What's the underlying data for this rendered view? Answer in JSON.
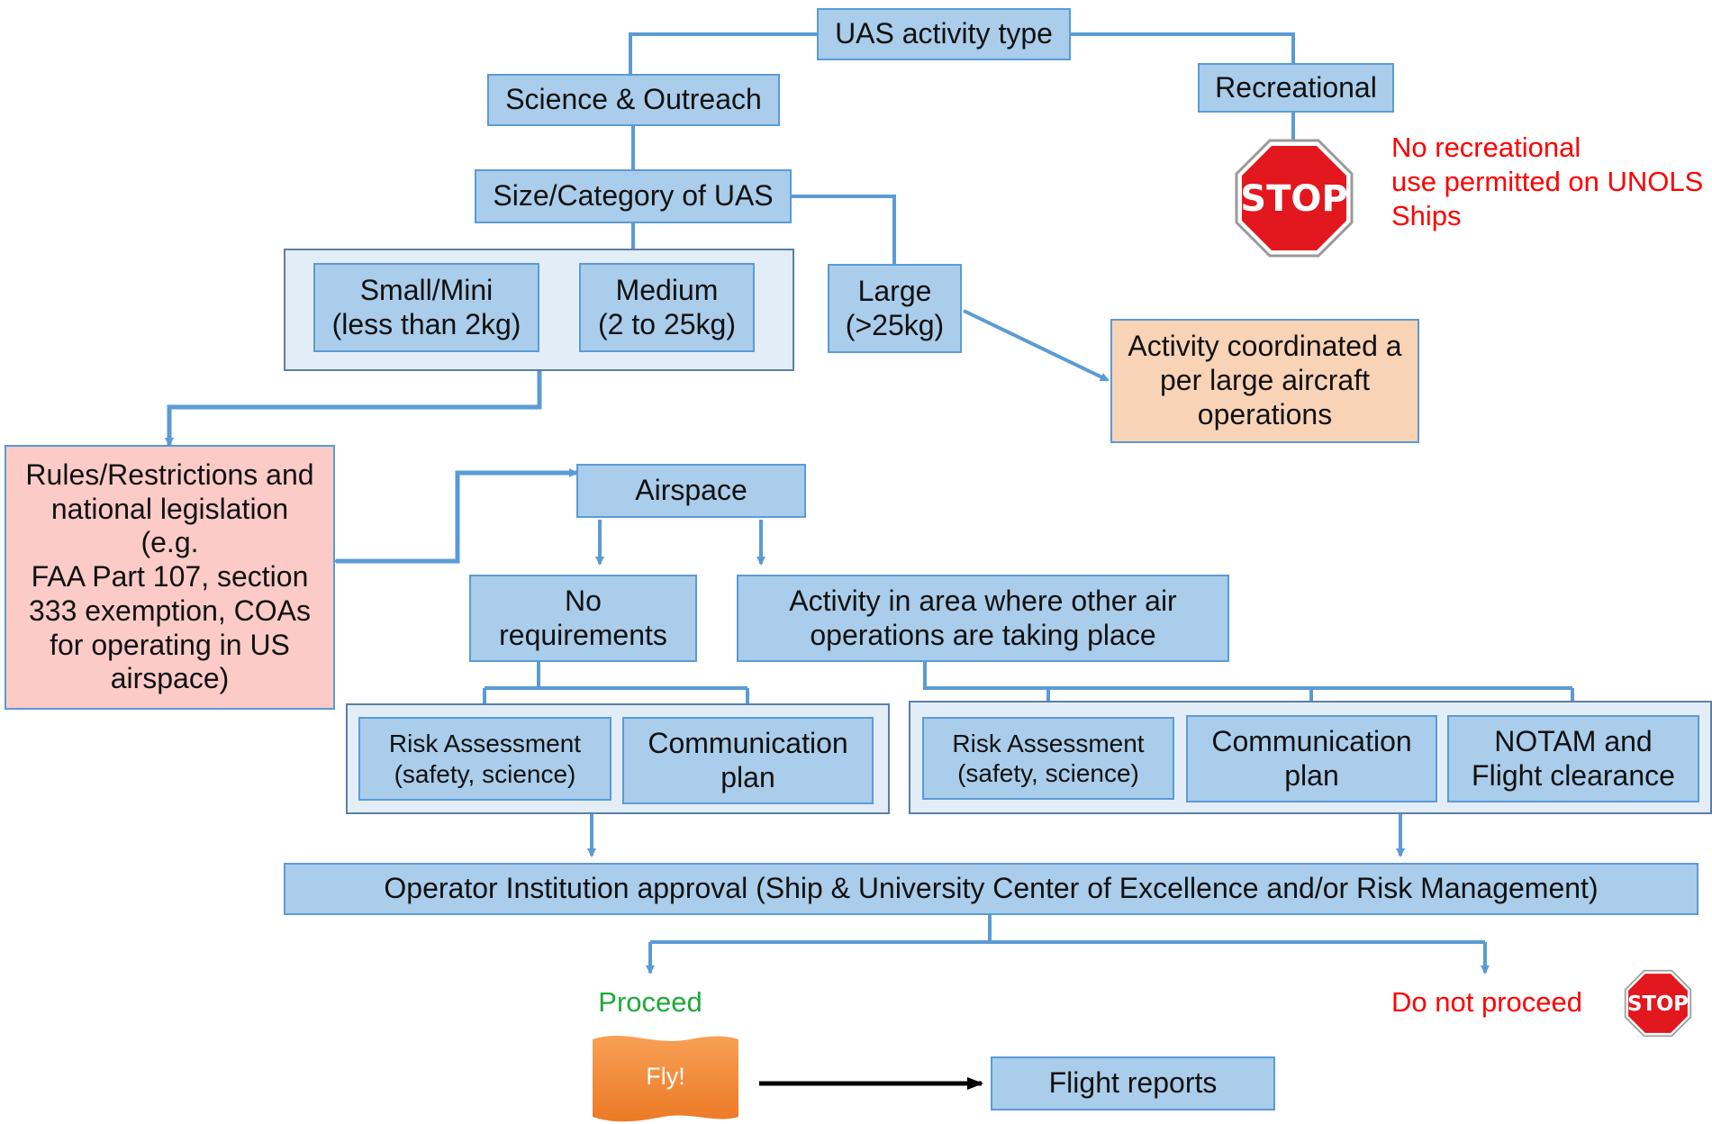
{
  "nodes": {
    "uas_type": "UAS activity type",
    "science": "Science & Outreach",
    "recreational": "Recreational",
    "recreational_note": "No recreational\nuse permitted on UNOLS\nShips",
    "size_category": "Size/Category of UAS",
    "small": "Small/Mini\n(less than 2kg)",
    "medium": "Medium\n(2 to 25kg)",
    "large": "Large\n(>25kg)",
    "large_ops": "Activity coordinated a\nper large aircraft\noperations",
    "rules": "Rules/Restrictions and\nnational legislation\n(e.g.\nFAA Part 107, section\n333 exemption, COAs\nfor operating in US\nairspace)",
    "airspace": "Airspace",
    "no_requirements": "No\nrequirements",
    "other_air_ops": "Activity in area where other air\noperations are taking place",
    "risk_left": "Risk Assessment\n(safety, science)",
    "comm_left": "Communication\nplan",
    "risk_right": "Risk Assessment\n(safety, science)",
    "comm_right": "Communication\nplan",
    "notam": "NOTAM and\nFlight clearance",
    "approval": "Operator Institution approval (Ship & University Center of Excellence and/or Risk Management)",
    "proceed": "Proceed",
    "do_not_proceed": "Do not proceed",
    "fly": "Fly!",
    "flight_reports": "Flight reports",
    "stop_sign": "STOP"
  },
  "colors": {
    "box_fill": "#a9cdea",
    "box_border": "#5b9bd5",
    "group_fill": "#e3edf8",
    "rules_fill": "#fccbc7",
    "large_ops_fill": "#f9d3b6",
    "connector": "#5b9bd5",
    "stop_red": "#e3171e",
    "warning_text": "#ff0000",
    "proceed_text": "#1fa83b",
    "fly_fill": "#f08a3c"
  }
}
